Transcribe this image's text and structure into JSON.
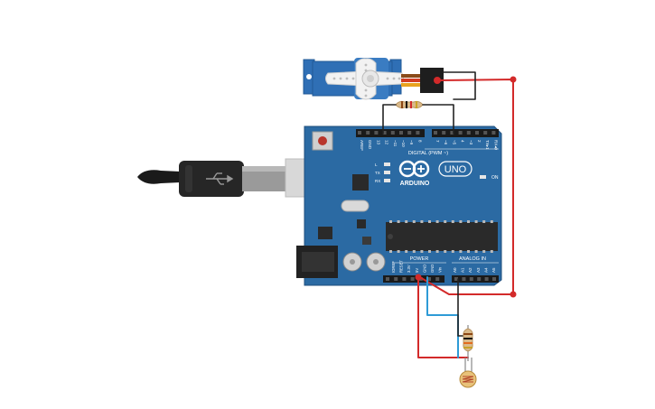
{
  "board": {
    "brand": "ARDUINO",
    "model": "UNO",
    "digital_label": "DIGITAL (PWM ~)",
    "analog_label": "ANALOG IN",
    "power_label": "POWER",
    "on_label": "ON",
    "led_labels": [
      "L",
      "TX",
      "RX"
    ],
    "digital_pins_left": [
      "AREF",
      "GND",
      "13",
      "12",
      "~11",
      "~10",
      "~9",
      "8"
    ],
    "digital_pins_right": [
      "7",
      "~6",
      "~5",
      "4",
      "~3",
      "2",
      "TX▸1",
      "RX◂0"
    ],
    "power_pins": [
      "IOREF",
      "RESET",
      "3.3V",
      "5V",
      "GND",
      "GND",
      "Vin"
    ],
    "analog_pins": [
      "A0",
      "A1",
      "A2",
      "A3",
      "A4",
      "A5"
    ]
  },
  "components": [
    {
      "id": "servo",
      "kind": "micro-servo"
    },
    {
      "id": "resistor-1",
      "kind": "resistor"
    },
    {
      "id": "resistor-2",
      "kind": "resistor"
    },
    {
      "id": "photoresistor",
      "kind": "photoresistor"
    },
    {
      "id": "usb-cable",
      "kind": "usb-b-cable"
    }
  ],
  "colors": {
    "board": "#2b6aa3",
    "board_dark": "#1f4f7e",
    "wire_red": "#d32a2a",
    "wire_black": "#222222",
    "wire_blue": "#2e9bd6",
    "servo_body": "#2f6fb5",
    "servo_horn": "#f2f2f2",
    "chip": "#2a2a2a"
  }
}
